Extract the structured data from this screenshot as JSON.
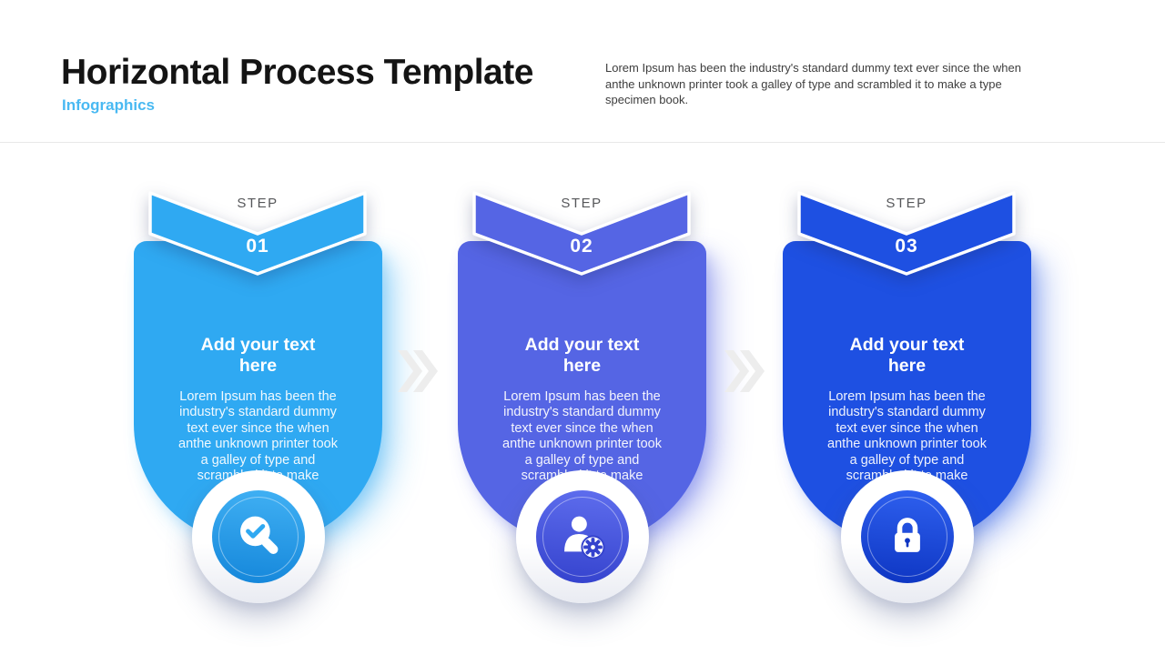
{
  "header": {
    "title": "Horizontal Process Template",
    "subtitle": "Infographics",
    "description": "Lorem Ipsum has been the industry's standard dummy text ever since the when\nanthe unknown printer took a galley of type and scrambled it to make a type\nspecimen book."
  },
  "cards": [
    {
      "step_label": "STEP",
      "step_number": "01",
      "heading": "Add your text\nhere",
      "body": "Lorem Ipsum has been the\nindustry's standard dummy\ntext ever since the when\nanthe unknown printer took\na galley of type and\nscrambled it to make\na type.",
      "icon": "search-check-icon",
      "color": "#2FA9F2",
      "circle_gradient": [
        "#41B1F4",
        "#1486DA"
      ],
      "glow": "rgba(47,169,242,0.38)"
    },
    {
      "step_label": "STEP",
      "step_number": "02",
      "heading": "Add your text\nhere",
      "body": "Lorem Ipsum has been the\nindustry's standard dummy\ntext ever since the when\nanthe unknown printer took\na galley of type and\nscrambled it to make\na type.",
      "icon": "user-settings-icon",
      "color": "#5565E4",
      "circle_gradient": [
        "#5F6EEE",
        "#3442CD"
      ],
      "glow": "rgba(85,101,228,0.38)"
    },
    {
      "step_label": "STEP",
      "step_number": "03",
      "heading": "Add your text\nhere",
      "body": "Lorem Ipsum has been the\nindustry's standard dummy\ntext ever since the when\nanthe unknown printer took\na galley of type and\nscrambled it to make\na type.",
      "icon": "lock-icon",
      "color": "#1E50E2",
      "circle_gradient": [
        "#2F61F0",
        "#0D35C2"
      ],
      "glow": "rgba(30,80,226,0.35)"
    }
  ],
  "separator": {
    "icon": "double-chevron-right",
    "color": "#ededed"
  },
  "page": {
    "background": "#ffffff",
    "divider_color": "#e8e8e8",
    "step_label_color": "#56575a"
  }
}
